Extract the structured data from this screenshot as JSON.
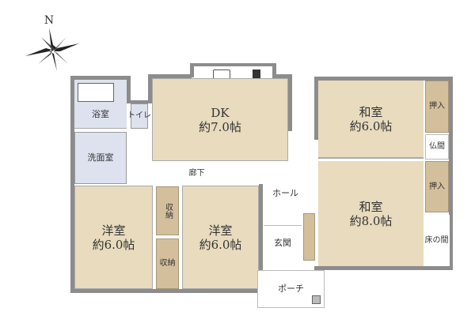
{
  "compass": {
    "north_label": "N"
  },
  "rooms": {
    "bath": "浴室",
    "toilet": "トイレ",
    "washroom": "洗面室",
    "dk": {
      "name": "DK",
      "size": "約7.0帖"
    },
    "hallway": "廊下",
    "western_left": {
      "name": "洋室",
      "size": "約6.0帖"
    },
    "storage_top": "収納",
    "storage_bottom": "収納",
    "western_right": {
      "name": "洋室",
      "size": "約6.0帖"
    },
    "hall": "ホール",
    "entrance": "玄関",
    "porch": "ポーチ",
    "japanese_6": {
      "name": "和室",
      "size": "約6.0帖"
    },
    "closet_top": "押入",
    "butsuma": "仏間",
    "japanese_8": {
      "name": "和室",
      "size": "約8.0帖"
    },
    "closet_bottom": "押入",
    "tokonoma": "床の間"
  },
  "colors": {
    "wall": "#8c8c8c",
    "tatami": "#e8dbbe",
    "storage": "#d4bf9c",
    "wet": "#dde2ee"
  }
}
